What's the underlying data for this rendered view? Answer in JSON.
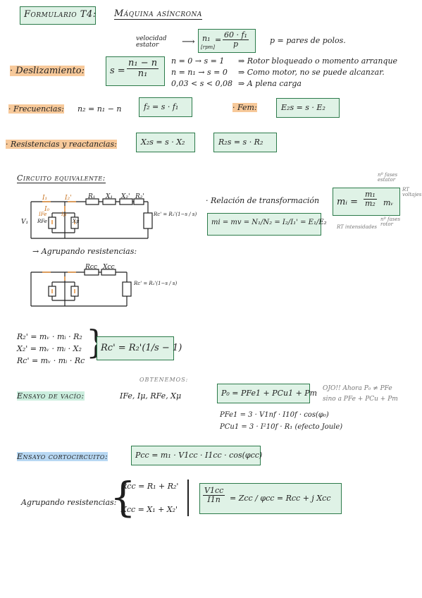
{
  "header": {
    "formulario_label": "Formulario T4:",
    "title": "Máquina asíncrona"
  },
  "slip": {
    "annotation": "velocidad estator",
    "n1_lhs": "n₁",
    "n1_unit": "[rpm]",
    "n1_num": "60 · f₁",
    "n1_den": "p",
    "pole_note": "p = pares de polos.",
    "label": "· Deslizamiento:",
    "s_lhs": "s =",
    "s_num": "n₁ − n",
    "s_den": "n₁",
    "case1_cond": "n = 0 → s = 1",
    "case1_desc": "⇒ Rotor bloqueado o momento arranque",
    "case2_cond": "n = n₁ → s = 0",
    "case2_desc": "⇒ Como motor, no se puede alcanzar.",
    "case3_cond": "0,03 < s < 0,08",
    "case3_desc": "⇒ A plena carga"
  },
  "frequencies": {
    "label": "· Frecuencias:",
    "relation": "n₂ = n₁ − n",
    "boxed": "f₂ = s · f₁",
    "fem_label": "· Fem:",
    "fem_boxed": "E₂s = s · E₂"
  },
  "resistances": {
    "label": "· Resistencias y reactancias:",
    "x_boxed": "X₂s = s · X₂",
    "r_boxed": "R₂s = s · R₂"
  },
  "circuit": {
    "title": "Circuito equivalente:",
    "top_labels": [
      "I₁",
      "I₂'"
    ],
    "branch_labels": [
      "I₀",
      "IFe",
      "Iμ"
    ],
    "series_labels": [
      "R₁",
      "X₁",
      "X₂'",
      "R₂'"
    ],
    "shunt_labels": [
      "RFe",
      "Xμ"
    ],
    "source_label": "V₁",
    "load_label": "Rc' = R₂'(1−s / s)",
    "grouping_label": "→ Agrupando resistencias:",
    "series2_labels": [
      "Rcc",
      "Xcc"
    ],
    "load2_label": "Rc' = R₂'(1−s / s)"
  },
  "transformation": {
    "label": "· Relación de transformación",
    "boxed": "mi = mv = N₁/N₂ = I₂/I₁' = E₁/E₂",
    "mi_boxed_lhs": "mᵢ =",
    "mi_num": "m₁",
    "mi_den": "m₂",
    "mi_tail": "mᵥ",
    "note_phases_stator": "nº fases estator",
    "note_rt_voltages": "RT voltajes",
    "note_rt_currents": "RT intensidades",
    "note_phases_rotor": "nº fases rotor"
  },
  "referred": {
    "r2": "R₂' = mᵥ · mᵢ · R₂",
    "x2": "X₂' = mᵥ · mᵢ · X₂",
    "rc": "Rc' = mᵥ · mᵢ · Rc",
    "boxed": "Rc' = R₂'(1/s − 1)"
  },
  "noload": {
    "obtenemos": "OBTENEMOS:",
    "label": "Ensayo de vacío:",
    "values": "IFe, Iμ, RFe, Xμ",
    "boxed": "P₀ = PFe1 + PCu1 + Pm",
    "ojo_line1": "OJO!! Ahora P₀ ≠ PFe",
    "ojo_line2": "sino a PFe + PCu + Pm",
    "pfe": "PFe1 = 3 · V1nf · I10f · cos(φ₀)",
    "pcu": "PCu1 = 3 · I²10f · R₁    (efecto Joule)"
  },
  "shortcircuit": {
    "label": "Ensayo cortocircuito:",
    "boxed": "Pcc = m₁ · V1cc · I1cc · cos(φcc)"
  },
  "grouping": {
    "label": "Agrupando resistencias:",
    "rcc": "Rcc = R₁ + R₂'",
    "xcc": "Xcc = X₁ + X₂'",
    "boxed_num": "V1cc",
    "boxed_den": "I1n",
    "boxed_tail": "= Zcc / φcc = Rcc + j Xcc"
  }
}
